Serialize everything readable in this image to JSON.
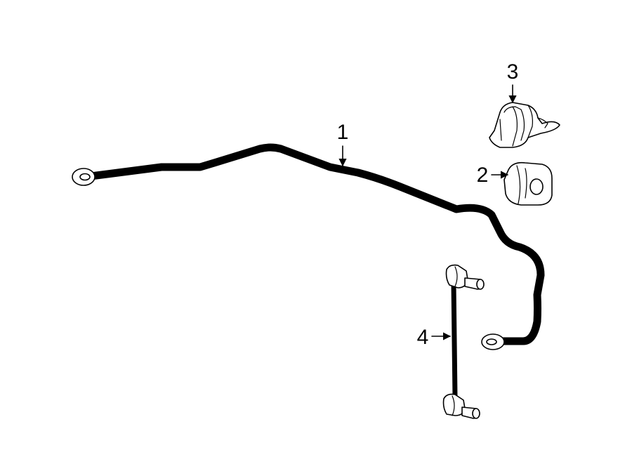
{
  "callouts": [
    {
      "id": "1",
      "label": "1",
      "part": "stabilizer-bar"
    },
    {
      "id": "2",
      "label": "2",
      "part": "stabilizer-bar-bushing"
    },
    {
      "id": "3",
      "label": "3",
      "part": "bushing-bracket"
    },
    {
      "id": "4",
      "label": "4",
      "part": "stabilizer-link"
    }
  ],
  "colors": {
    "line": "#000000",
    "background": "#ffffff"
  }
}
